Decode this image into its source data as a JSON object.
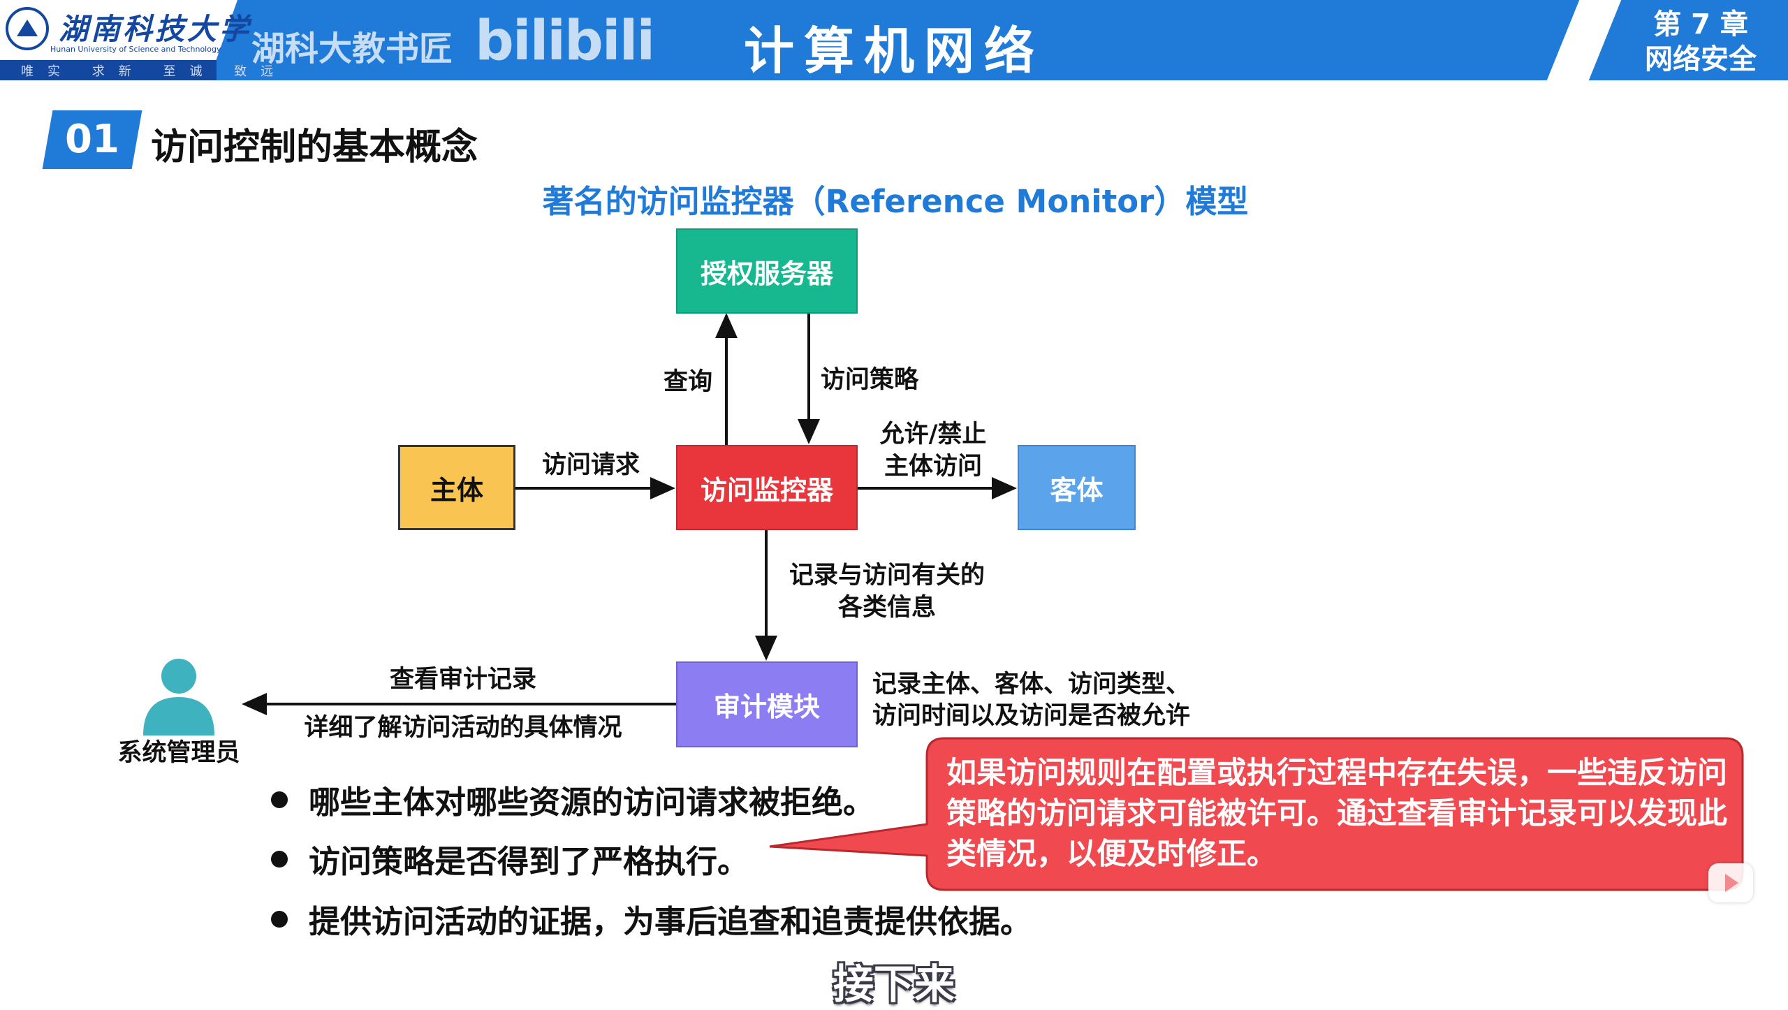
{
  "header": {
    "university_cn": "湖南科技大学",
    "university_en": "Hunan University of Science and Technology",
    "motto": "唯实 求新 至诚 致远",
    "watermark": "湖科大教书匠",
    "bilibili": "bilibili",
    "title": "计算机网络",
    "chapter_line1": "第 7 章",
    "chapter_line2": "网络安全"
  },
  "section": {
    "number": "01",
    "title": "访问控制的基本概念"
  },
  "diagram": {
    "title": "著名的访问监控器（Reference Monitor）模型",
    "auth_server": "授权服务器",
    "monitor": "访问监控器",
    "subject": "主体",
    "object": "客体",
    "audit": "审计模块",
    "admin": "系统管理员",
    "label_query": "查询",
    "label_policy": "访问策略",
    "label_request": "访问请求",
    "label_allow_1": "允许/禁止",
    "label_allow_2": "主体访问",
    "label_record_1": "记录与访问有关的",
    "label_record_2": "各类信息",
    "label_view": "查看审计记录",
    "label_detail": "详细了解访问活动的具体情况",
    "audit_note_1": "记录主体、客体、访问类型、",
    "audit_note_2": "访问时间以及访问是否被允许"
  },
  "bullets": [
    "哪些主体对哪些资源的访问请求被拒绝。",
    "访问策略是否得到了严格执行。",
    "提供访问活动的证据，为事后追查和追责提供依据。"
  ],
  "callout": "如果访问规则在配置或执行过程中存在失误，一些违反访问策略的访问请求可能被许可。通过查看审计记录可以发现此类情况，以便及时修正。",
  "caption": "接下来",
  "colors": {
    "header_blue": "#1f7ad8",
    "auth_server": "#17b890",
    "monitor": "#e8363c",
    "subject": "#f9c451",
    "object": "#5ba3ea",
    "audit": "#8c7ef2",
    "callout": "#f04a50",
    "admin": "#3fb2c0"
  }
}
